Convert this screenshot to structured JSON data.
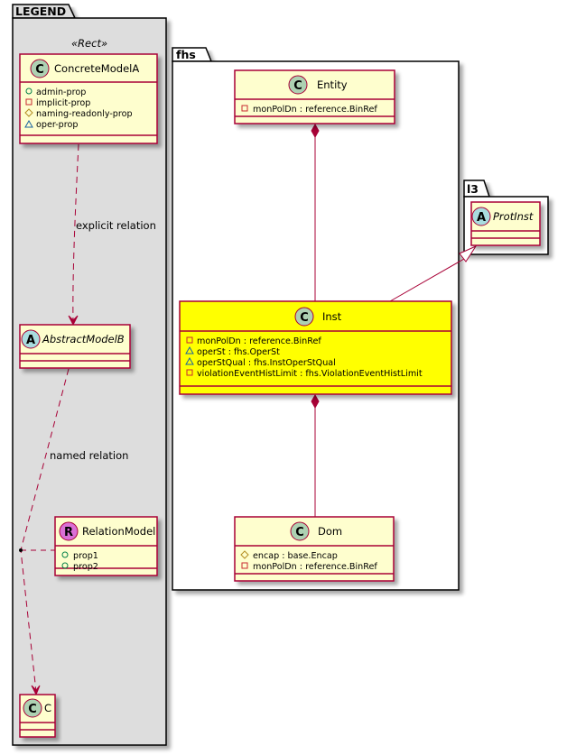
{
  "colors": {
    "class_fill": "#FEFECE",
    "class_border": "#A80036",
    "highlight_fill": "#FFFF00",
    "legend_fill": "#DDDDDD",
    "relation_line": "#A80036",
    "spot_class": "#ADD1B2",
    "spot_abstract": "#A9DCDF",
    "spot_relation": "#DA70D6",
    "vis_public": "#038048",
    "vis_private": "#C82930",
    "vis_protected": "#B38D22",
    "vis_package": "#1963A0"
  },
  "packages": {
    "legend": {
      "title": "LEGEND",
      "stereotype": "«Rect»"
    },
    "fhs": {
      "title": "fhs"
    },
    "l3": {
      "title": "l3"
    }
  },
  "legend": {
    "concrete": {
      "name": "ConcreteModelA",
      "spot": "C",
      "attributes": [
        {
          "vis": "public",
          "text": "admin-prop"
        },
        {
          "vis": "private",
          "text": "implicit-prop"
        },
        {
          "vis": "protected",
          "text": "naming-readonly-prop"
        },
        {
          "vis": "package",
          "text": "oper-prop"
        }
      ]
    },
    "abstract": {
      "name": "AbstractModelB",
      "spot": "A"
    },
    "relation_model": {
      "name": "RelationModel",
      "spot": "R",
      "attributes": [
        {
          "vis": "public",
          "text": "prop1"
        },
        {
          "vis": "public",
          "text": "prop2"
        }
      ]
    },
    "c": {
      "name": "C",
      "spot": "C"
    },
    "explicit_relation_label": "explicit relation",
    "named_relation_label": "named relation"
  },
  "fhs": {
    "entity": {
      "name": "Entity",
      "spot": "C",
      "attributes": [
        {
          "vis": "private",
          "text": "monPolDn : reference.BinRef"
        }
      ]
    },
    "inst": {
      "name": "Inst",
      "spot": "C",
      "highlighted": true,
      "attributes": [
        {
          "vis": "private",
          "text": "monPolDn : reference.BinRef"
        },
        {
          "vis": "package",
          "text": "operSt : fhs.OperSt"
        },
        {
          "vis": "package",
          "text": "operStQual : fhs.InstOperStQual"
        },
        {
          "vis": "private",
          "text": "violationEventHistLimit : fhs.ViolationEventHistLimit"
        }
      ]
    },
    "dom": {
      "name": "Dom",
      "spot": "C",
      "attributes": [
        {
          "vis": "protected",
          "text": "encap : base.Encap"
        },
        {
          "vis": "private",
          "text": "monPolDn : reference.BinRef"
        }
      ]
    }
  },
  "l3": {
    "protinst": {
      "name": "ProtInst",
      "spot": "A"
    }
  },
  "relations": [
    {
      "from": "Entity",
      "to": "Inst",
      "type": "composition"
    },
    {
      "from": "Inst",
      "to": "Dom",
      "type": "composition"
    },
    {
      "from": "Inst",
      "to": "ProtInst",
      "type": "generalization"
    },
    {
      "from": "ConcreteModelA",
      "to": "AbstractModelB",
      "type": "dependency",
      "label": "explicit relation"
    },
    {
      "from": "AbstractModelB",
      "to": "C",
      "type": "dependency",
      "label": "named relation",
      "association_class": "RelationModel"
    }
  ]
}
